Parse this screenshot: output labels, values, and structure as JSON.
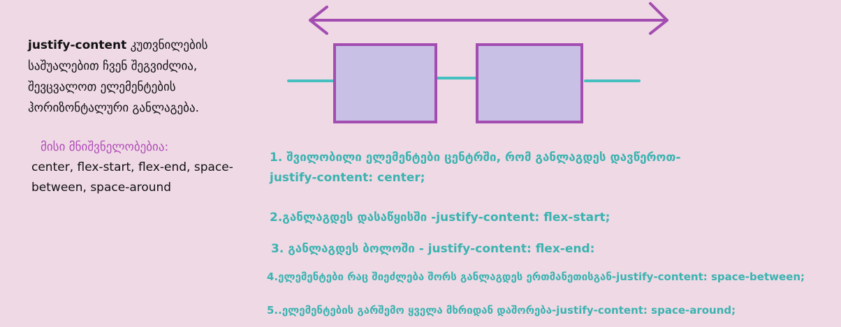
{
  "intro": {
    "keyword": "justify-content",
    "text": " კუთვნილების საშუალებით ჩვენ შეგვიძლია, შევცვალოთ ელემენტების ჰორიზონტალური განლაგება."
  },
  "values": {
    "title": "მისი მნიშვნელობებია:",
    "list": "center, flex-start, flex-end, space-between,  space-around"
  },
  "items": [
    "1. შვილობილი ელემენტები ცენტრში, რომ განლაგდეს დავწეროთ- justify-content: center;",
    "2.განლაგდეს დასაწყისში -justify-content: flex-start;",
    "3. განლაგდეს ბოლოში  - justify-content: flex-end:",
    "4.ელემენტები რაც შიეძლება  შორს განლაგდეს ერთმანეთისგან-justify-content: space-between;",
    "5..ელემენტების გარშემო ყველა მხრიდან დაშორება-justify-content: space-around;"
  ],
  "colors": {
    "background": "#efd9e5",
    "arrow": "#a34db0",
    "box_fill": "#c9c0e6",
    "box_border": "#a34db0",
    "line": "#45c0c0",
    "text_accent": "#3bb3b0"
  }
}
